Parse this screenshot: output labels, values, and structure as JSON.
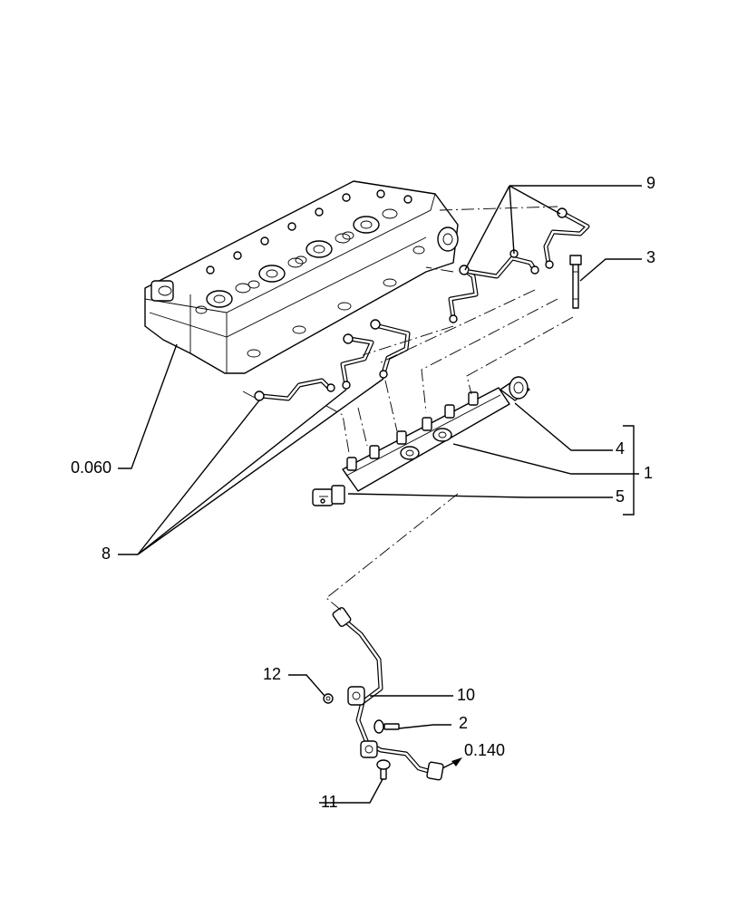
{
  "callouts": {
    "c1": "1",
    "c2": "2",
    "c3": "3",
    "c4": "4",
    "c5": "5",
    "c8": "8",
    "c9": "9",
    "c10": "10",
    "c11": "11",
    "c12": "12",
    "ref_head": "0.060",
    "ref_pump": "0.140"
  },
  "colors": {
    "ink": "#000000",
    "paper": "#ffffff"
  }
}
